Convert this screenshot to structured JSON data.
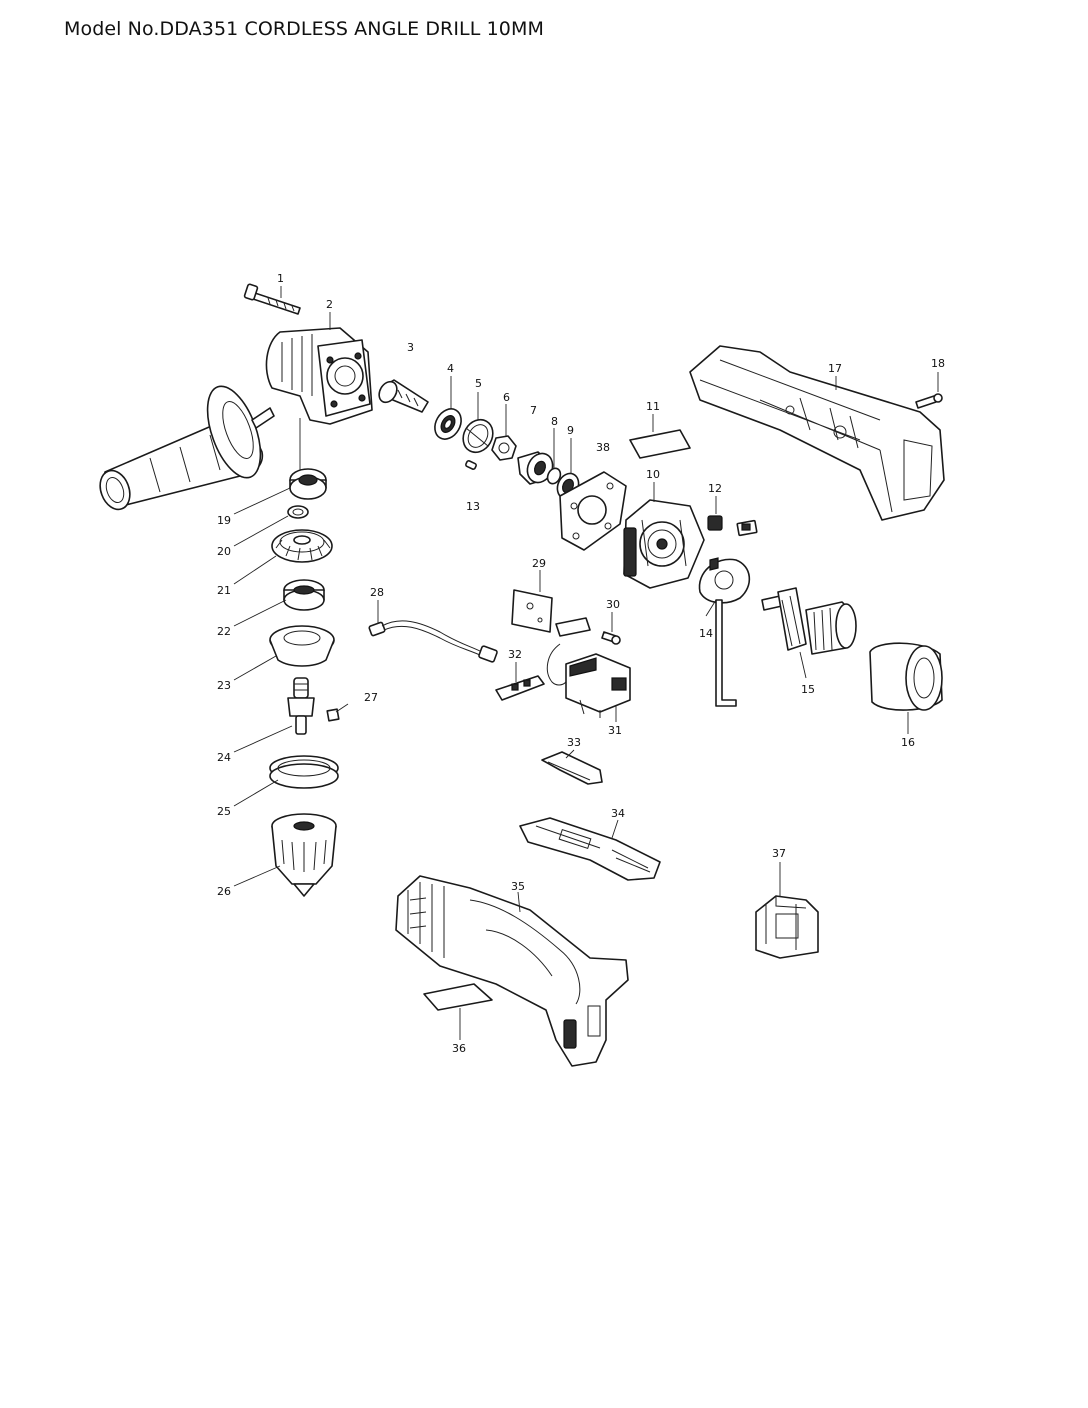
{
  "title": "Model No.DDA351 CORDLESS ANGLE DRILL 10MM",
  "parts": [
    {
      "id": 1,
      "label": "1",
      "icon": "bolt-icon"
    },
    {
      "id": 2,
      "label": "2",
      "icon": "gear-housing-icon"
    },
    {
      "id": 3,
      "label": "3",
      "icon": "spiral-bevel-gear-icon"
    },
    {
      "id": 4,
      "label": "4",
      "icon": "ball-bearing-icon"
    },
    {
      "id": 5,
      "label": "5",
      "icon": "bearing-retainer-icon"
    },
    {
      "id": 6,
      "label": "6",
      "icon": "hex-nut-icon"
    },
    {
      "id": 7,
      "label": "7",
      "icon": "spur-gear-icon"
    },
    {
      "id": 8,
      "label": "8",
      "icon": "o-ring-icon"
    },
    {
      "id": 9,
      "label": "9",
      "icon": "ball-bearing-icon"
    },
    {
      "id": 10,
      "label": "10",
      "icon": "motor-housing-icon"
    },
    {
      "id": 11,
      "label": "11",
      "icon": "label-sheet-icon"
    },
    {
      "id": 12,
      "label": "12",
      "icon": "carbon-brush-icon"
    },
    {
      "id": 13,
      "label": "13",
      "icon": "pin-icon"
    },
    {
      "id": 14,
      "label": "14",
      "icon": "brush-holder-icon"
    },
    {
      "id": 15,
      "label": "15",
      "icon": "armature-icon"
    },
    {
      "id": 16,
      "label": "16",
      "icon": "stator-icon"
    },
    {
      "id": 17,
      "label": "17",
      "icon": "housing-set-icon"
    },
    {
      "id": 18,
      "label": "18",
      "icon": "screw-icon"
    },
    {
      "id": 19,
      "label": "19",
      "icon": "ball-bearing-icon"
    },
    {
      "id": 20,
      "label": "20",
      "icon": "washer-icon"
    },
    {
      "id": 21,
      "label": "21",
      "icon": "bevel-gear-icon"
    },
    {
      "id": 22,
      "label": "22",
      "icon": "ball-bearing-icon"
    },
    {
      "id": 23,
      "label": "23",
      "icon": "bearing-box-icon"
    },
    {
      "id": 24,
      "label": "24",
      "icon": "spindle-icon"
    },
    {
      "id": 25,
      "label": "25",
      "icon": "ring-icon"
    },
    {
      "id": 26,
      "label": "26",
      "icon": "drill-chuck-icon"
    },
    {
      "id": 27,
      "label": "27",
      "icon": "key-icon"
    },
    {
      "id": 28,
      "label": "28",
      "icon": "lead-wire-icon"
    },
    {
      "id": 29,
      "label": "29",
      "icon": "controller-board-icon"
    },
    {
      "id": 30,
      "label": "30",
      "icon": "screw-icon"
    },
    {
      "id": 31,
      "label": "31",
      "icon": "switch-icon"
    },
    {
      "id": 32,
      "label": "32",
      "icon": "switch-lever-icon"
    },
    {
      "id": 33,
      "label": "33",
      "icon": "leaf-spring-icon"
    },
    {
      "id": 34,
      "label": "34",
      "icon": "switch-lever-icon"
    },
    {
      "id": 35,
      "label": "35",
      "icon": "housing-set-icon"
    },
    {
      "id": 36,
      "label": "36",
      "icon": "name-plate-icon"
    },
    {
      "id": 37,
      "label": "37",
      "icon": "terminal-icon"
    },
    {
      "id": 38,
      "label": "38",
      "icon": "gasket-icon"
    }
  ]
}
